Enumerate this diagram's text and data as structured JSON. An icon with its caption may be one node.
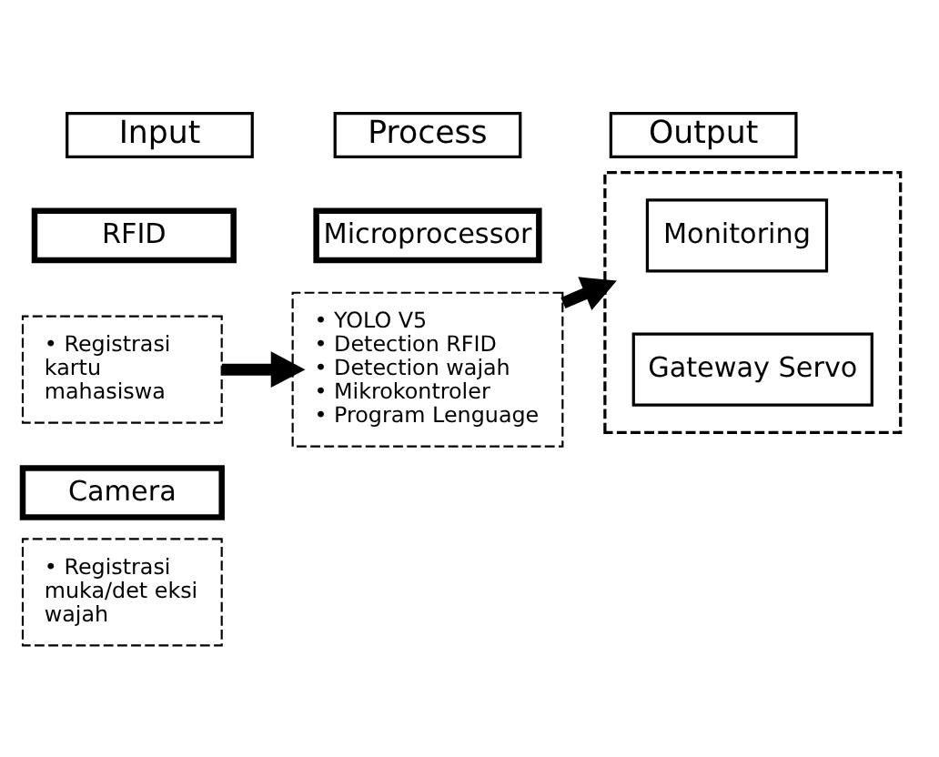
{
  "diagram": {
    "nodes": [
      {
        "text": [
          "Input"
        ]
      },
      {
        "text": [
          "RFID"
        ]
      },
      {
        "text": [
          "• Registrasi kartu mahasiswa"
        ]
      },
      {
        "text": [
          "Camera"
        ]
      },
      {
        "text": [
          "• Registrasi muka/det eksi wajah"
        ]
      },
      {
        "text": [
          "Process"
        ]
      },
      {
        "text": [
          "Microprocessor"
        ]
      },
      {
        "text": [
          "• YOLO V5",
          "• Detection RFID",
          "• Detection wajah",
          "• Mikrokontroler",
          "• Program Lenguage"
        ]
      },
      {
        "text": [
          "Output"
        ]
      },
      {
        "text": [],
        "shape": "box"
      },
      {
        "text": [
          "Monitoring"
        ],
        "in": 9
      },
      {
        "text": [
          "Gateway Servo"
        ],
        "in": 9
      }
    ],
    "edges": [
      {
        "from": 2,
        "to": 7,
        "arrow": "to"
      },
      {
        "from": 7,
        "to": 9,
        "arrow": "to"
      }
    ]
  }
}
